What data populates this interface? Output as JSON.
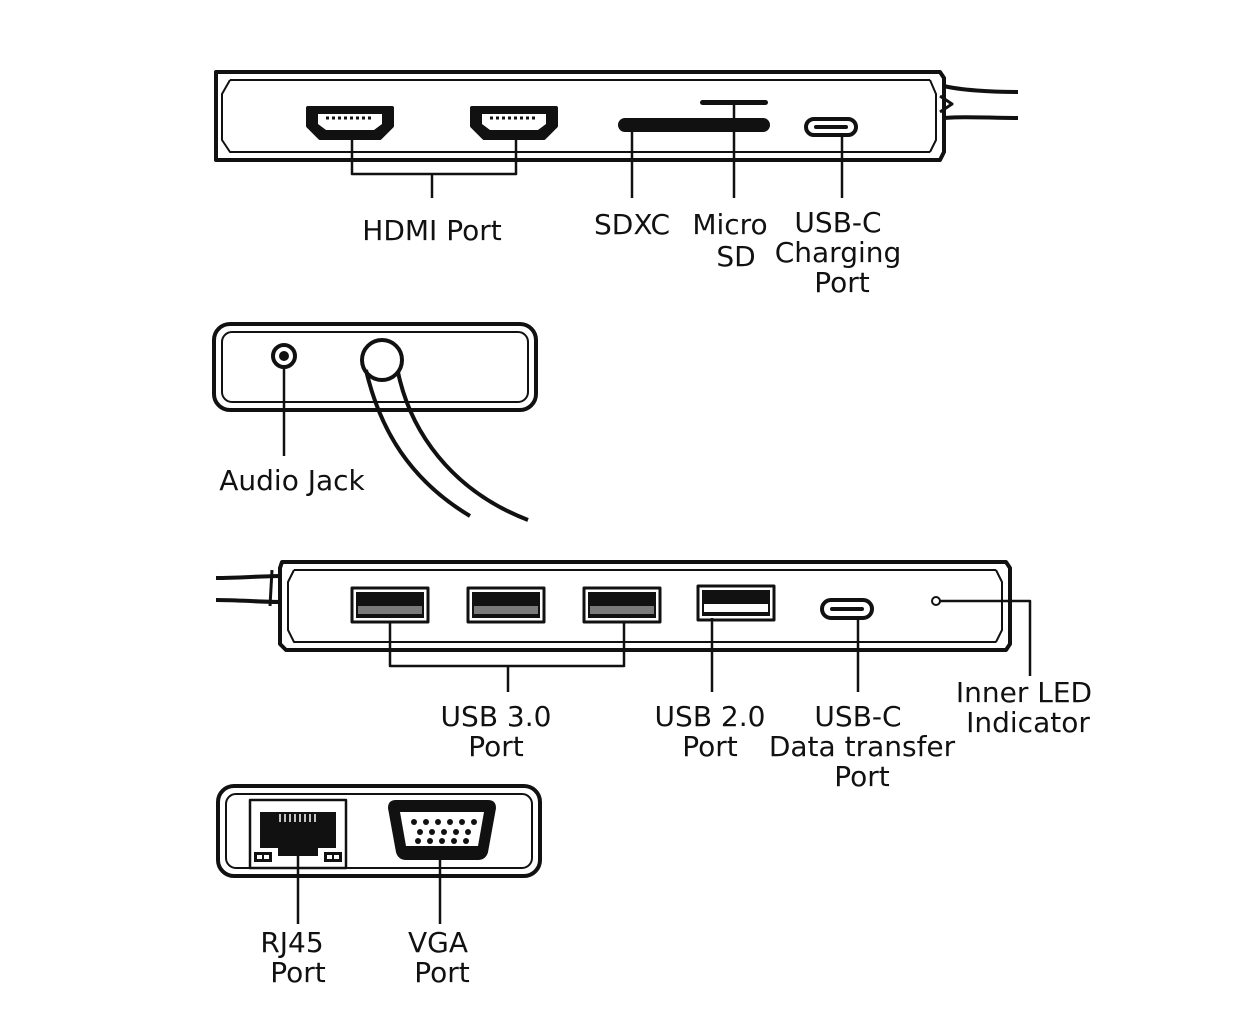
{
  "colors": {
    "ink": "#111111",
    "paper": "#ffffff",
    "port_fill": "#7a7a7a"
  },
  "side1": {
    "hdmi_label": "HDMI Port",
    "sdxc_label": "SDXC",
    "microsd_label": [
      "Micro",
      "SD"
    ],
    "usbc_charging_label": [
      "USB-C",
      "Charging",
      "Port"
    ]
  },
  "side2": {
    "audio_label": "Audio Jack"
  },
  "side3": {
    "usb30_label": [
      "USB 3.0",
      "Port"
    ],
    "usb20_label": [
      "USB 2.0",
      "Port"
    ],
    "usbc_data_label": [
      "USB-C",
      "Data transfer",
      "Port"
    ],
    "led_label": [
      "Inner LED",
      "Indicator"
    ]
  },
  "side4": {
    "rj45_label": [
      "RJ45",
      "Port"
    ],
    "vga_label": [
      "VGA",
      "Port"
    ]
  }
}
